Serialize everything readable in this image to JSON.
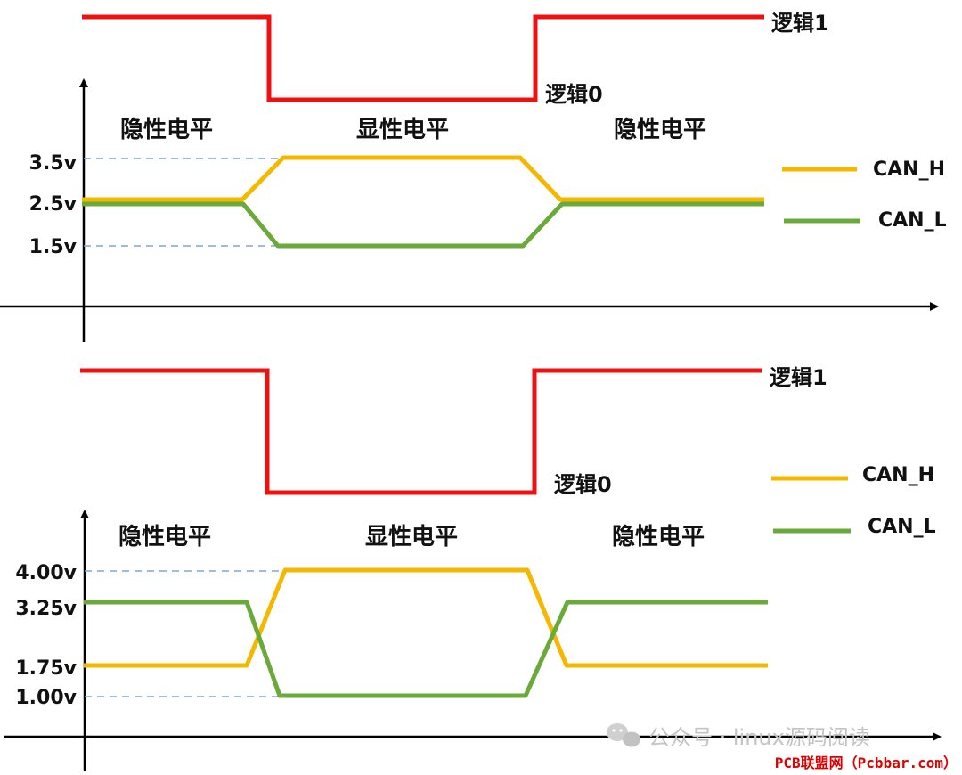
{
  "colors": {
    "logic": "#ee1111",
    "can_h": "#f5b800",
    "can_l": "#6aaa3a",
    "dash": "#7ea6d6",
    "axis": "#000000"
  },
  "panels": [
    {
      "logic_1_label": "逻辑1",
      "logic_0_label": "逻辑0",
      "recessive_left_label": "隐性电平",
      "dominant_label": "显性电平",
      "recessive_right_label": "隐性电平",
      "legend_can_h": "CAN_H",
      "legend_can_l": "CAN_L",
      "volt_label_high": "3.5v",
      "volt_label_rec": "2.5v",
      "volt_label_low": "1.5v"
    },
    {
      "logic_1_label": "逻辑1",
      "logic_0_label": "逻辑0",
      "recessive_left_label": "隐性电平",
      "dominant_label": "显性电平",
      "recessive_right_label": "隐性电平",
      "legend_can_h": "CAN_H",
      "legend_can_l": "CAN_L",
      "volt_label_top": "4.00v",
      "volt_label_l_rec": "3.25v",
      "volt_label_h_rec": "1.75v",
      "volt_label_bottom": "1.00v"
    }
  ],
  "watermark": {
    "wechat_text": "公众号 · linux源码阅读",
    "site_text": "PCB联盟网（Pcbbar.com）"
  }
}
